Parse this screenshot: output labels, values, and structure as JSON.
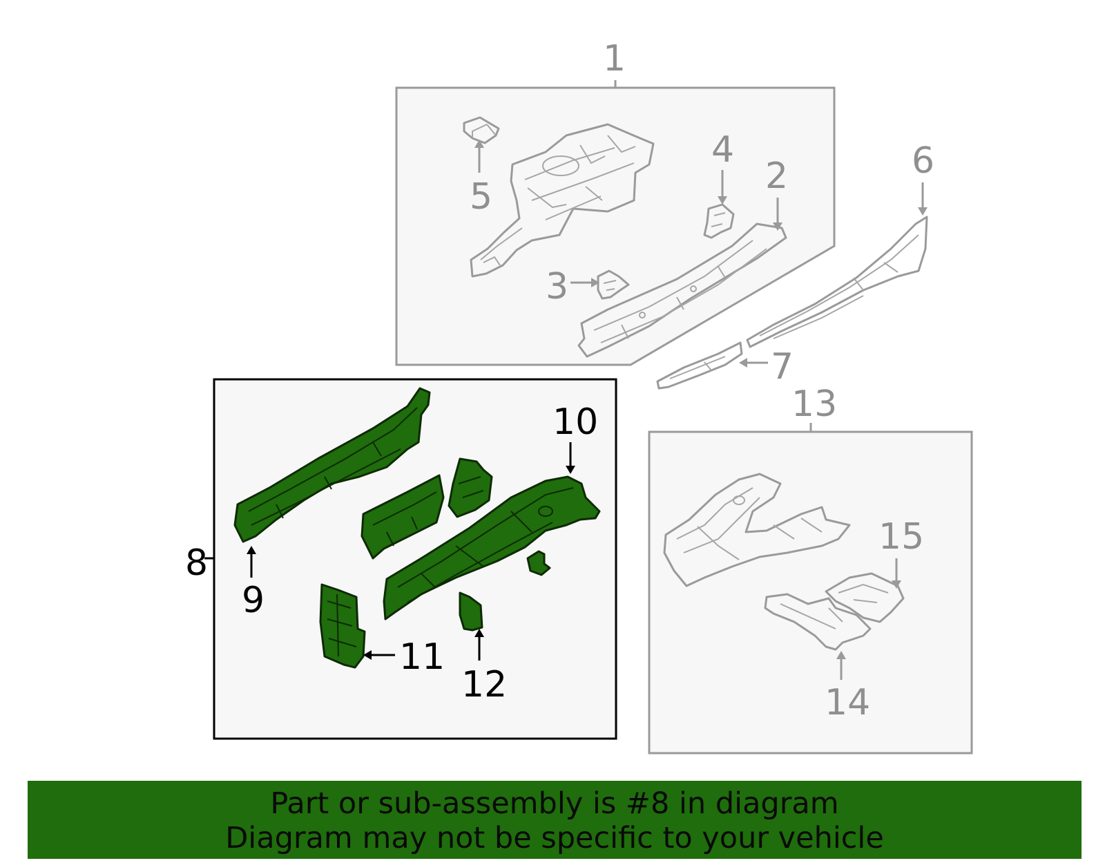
{
  "diagram": {
    "callouts": {
      "c1": "1",
      "c2": "2",
      "c3": "3",
      "c4": "4",
      "c5": "5",
      "c6": "6",
      "c7": "7",
      "c8": "8",
      "c9": "9",
      "c10": "10",
      "c11": "11",
      "c12": "12",
      "c13": "13",
      "c14": "14",
      "c15": "15"
    },
    "highlight_color": "#1f6d0c",
    "part_color": "#9a9a9a"
  },
  "banner": {
    "line1": "Part or sub-assembly is #8 in diagram",
    "line2": "Diagram may not be specific to your vehicle",
    "background": "#1f6d0c"
  }
}
